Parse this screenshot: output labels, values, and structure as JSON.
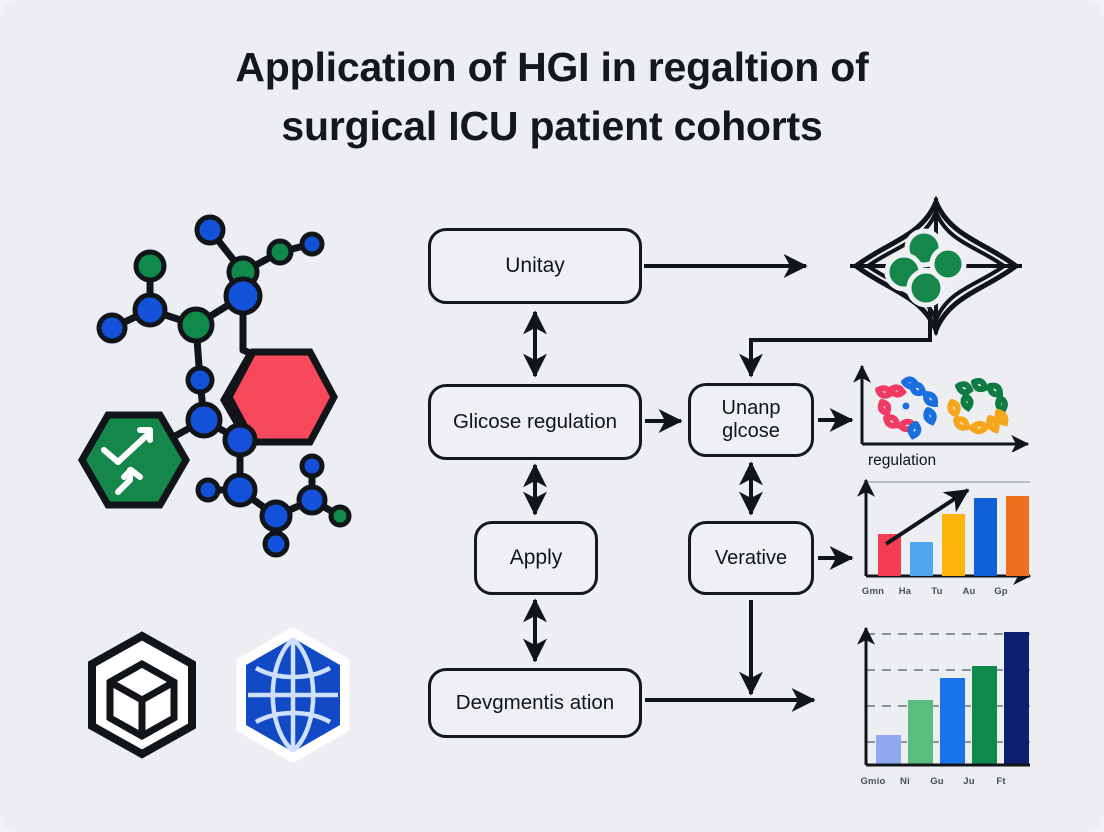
{
  "page": {
    "background_color": "#eceef2",
    "title_lines": [
      "Application of HGI in regaltion of",
      "surgical ICU patient cohorts"
    ]
  },
  "flowchart": {
    "boxes": [
      {
        "id": "unitary",
        "label": "Unitay"
      },
      {
        "id": "glicose",
        "label": "Glicose regulation"
      },
      {
        "id": "apply",
        "label": "Apply"
      },
      {
        "id": "devgment",
        "label": "Devgmentis ation"
      },
      {
        "id": "unanp",
        "label": "Unanp glcose"
      },
      {
        "id": "verative",
        "label": "Verative"
      }
    ]
  },
  "illustrations": {
    "molecule": {
      "name": "molecule-diagram",
      "node_blue": "#1351d8",
      "node_green": "#0f8a4a",
      "hex_red": "#f7485c",
      "hex_green": "#16874a",
      "bond_color": "#111418"
    },
    "cube_icon": {
      "name": "hex-cube-icon",
      "stroke": "#111418",
      "fill": "#ffffff"
    },
    "globe_icon": {
      "name": "hex-globe-icon",
      "fill": "#1249c4",
      "lines": "#cfe0ff"
    },
    "cell": {
      "name": "cell-diagram",
      "outline": "#111418",
      "nuclei": "#0f8a4a"
    }
  },
  "chart_data": [
    {
      "id": "ring-scatter",
      "type": "scatter",
      "title": "",
      "xlabel": "regulation",
      "ylabel": "",
      "grid": false,
      "legend": "none",
      "clusters": [
        {
          "name": "cluster-1",
          "x": 0.3,
          "y": 0.55,
          "colors": [
            "#ef3b63",
            "#1a6fe0"
          ]
        },
        {
          "name": "cluster-2",
          "x": 0.68,
          "y": 0.55,
          "colors": [
            "#0f7a42",
            "#f5a61b"
          ]
        }
      ]
    },
    {
      "id": "growth-bars",
      "type": "bar",
      "title": "",
      "xlabel": "",
      "ylabel": "",
      "grid": false,
      "trend_arrow": true,
      "categories": [
        "Gmn",
        "Ha",
        "Tu",
        "Au",
        "Gp"
      ],
      "values": [
        42,
        34,
        62,
        78,
        80
      ],
      "ylim": [
        0,
        100
      ],
      "colors": [
        "#f43d52",
        "#4fa8ef",
        "#fbb40a",
        "#1060d8",
        "#f07020"
      ]
    },
    {
      "id": "cohort-bars",
      "type": "bar",
      "title": "",
      "xlabel": "",
      "ylabel": "",
      "grid": true,
      "categories": [
        "Gmio",
        "Ni",
        "Gu",
        "Ju",
        "Ft"
      ],
      "values": [
        26,
        52,
        70,
        78,
        100
      ],
      "ylim": [
        0,
        100
      ],
      "colors": [
        "#8fa8f0",
        "#5cbd80",
        "#1a73e8",
        "#0f8a4a",
        "#0d1f6e"
      ]
    }
  ]
}
